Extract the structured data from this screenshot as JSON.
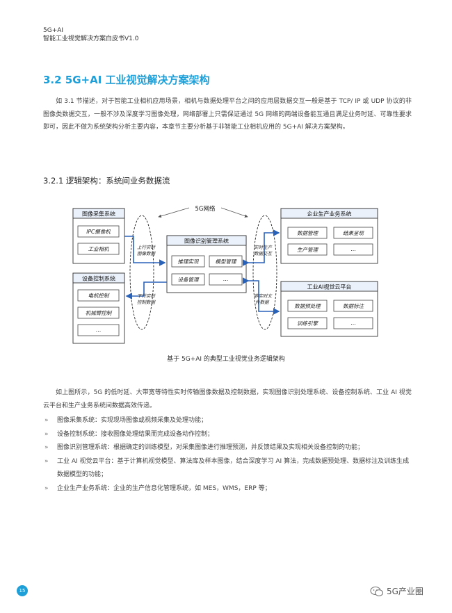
{
  "header": {
    "line1": "5G+AI",
    "line2": "智能工业视觉解决方案白皮书V1.0"
  },
  "section": {
    "title": "3.2 5G+AI 工业视觉解决方案架构",
    "intro": "如 3.1 节描述，对于智能工业相机应用场景，相机与数据处理平台之间的应用层数据交互一般是基于 TCP/ IP 或 UDP 协议的非图像类数据交互，一般不涉及深度学习图像处理，网络部署上只需保证通过 5G 网络的两端设备能互通且满足业务时延、可靠性要求即可，因此不做为系统架构分析主要内容，本章节主要分析基于非智能工业相机应用的 5G+AI 解决方案架构。"
  },
  "subsection": {
    "title": "3.2.1 逻辑架构：系统间业务数据流"
  },
  "diagram": {
    "network_label": "5G网络",
    "left_top": {
      "title": "图像采集系统",
      "items": [
        "IPC摄像机",
        "工业相机"
      ]
    },
    "left_bottom": {
      "title": "设备控制系统",
      "items": [
        "电机控制",
        "机械臂控制",
        "..."
      ]
    },
    "center": {
      "title": "图像识别管理系统",
      "items": [
        "推理实现",
        "模型管理",
        "设备管理",
        "..."
      ]
    },
    "right_top": {
      "title": "企业生产业务系统",
      "items": [
        "数据管理",
        "结果呈现",
        "生产管理",
        "..."
      ]
    },
    "right_bottom": {
      "title": "工业AI视觉云平台",
      "items": [
        "数据预处理",
        "数据标注",
        "训练引擎",
        "..."
      ]
    },
    "arrow_labels": {
      "upload_1": "上行实时",
      "upload_2": "图像数据",
      "download_1": "下行实时",
      "download_2": "控制数据",
      "realtime_1": "实时生产",
      "realtime_2": "数据交互",
      "nonrealtime_1": "非实时文",
      "nonrealtime_2": "件数据"
    }
  },
  "caption": "基于 5G+AI 的典型工业视觉业务逻辑架构",
  "body": {
    "para": "如上图所示，5G 的低时延、大带宽等特性实时传输图像数据及控制数据，实现图像识别处理系统、设备控制系统、工业 AI 视觉云平台和生产业务系统间数据高效传递。",
    "bullet_marker": "»",
    "bullets": [
      "图像采集系统：实现现场图像或视频采集及处理功能；",
      "设备控制系统：接收图像处理结果而完成设备动作控制；",
      "图像识别管理系统：根据确定的训练模型，对采集图像进行推理预测，并反馈结果及实现相关设备控制的功能；",
      "工业 AI 视觉云平台：基于计算机视觉模型、算法库及样本图像，结合深度学习 AI 算法，完成数据预处理、数据标注及训练生成数据模型的功能；",
      "企业生产业务系统：企业的生产信息化管理系统，如 MES，WMS，ERP 等；"
    ]
  },
  "footer": {
    "page_number": "15",
    "brand": "5G产业圈",
    "accent_color": "#1e9fd8"
  }
}
